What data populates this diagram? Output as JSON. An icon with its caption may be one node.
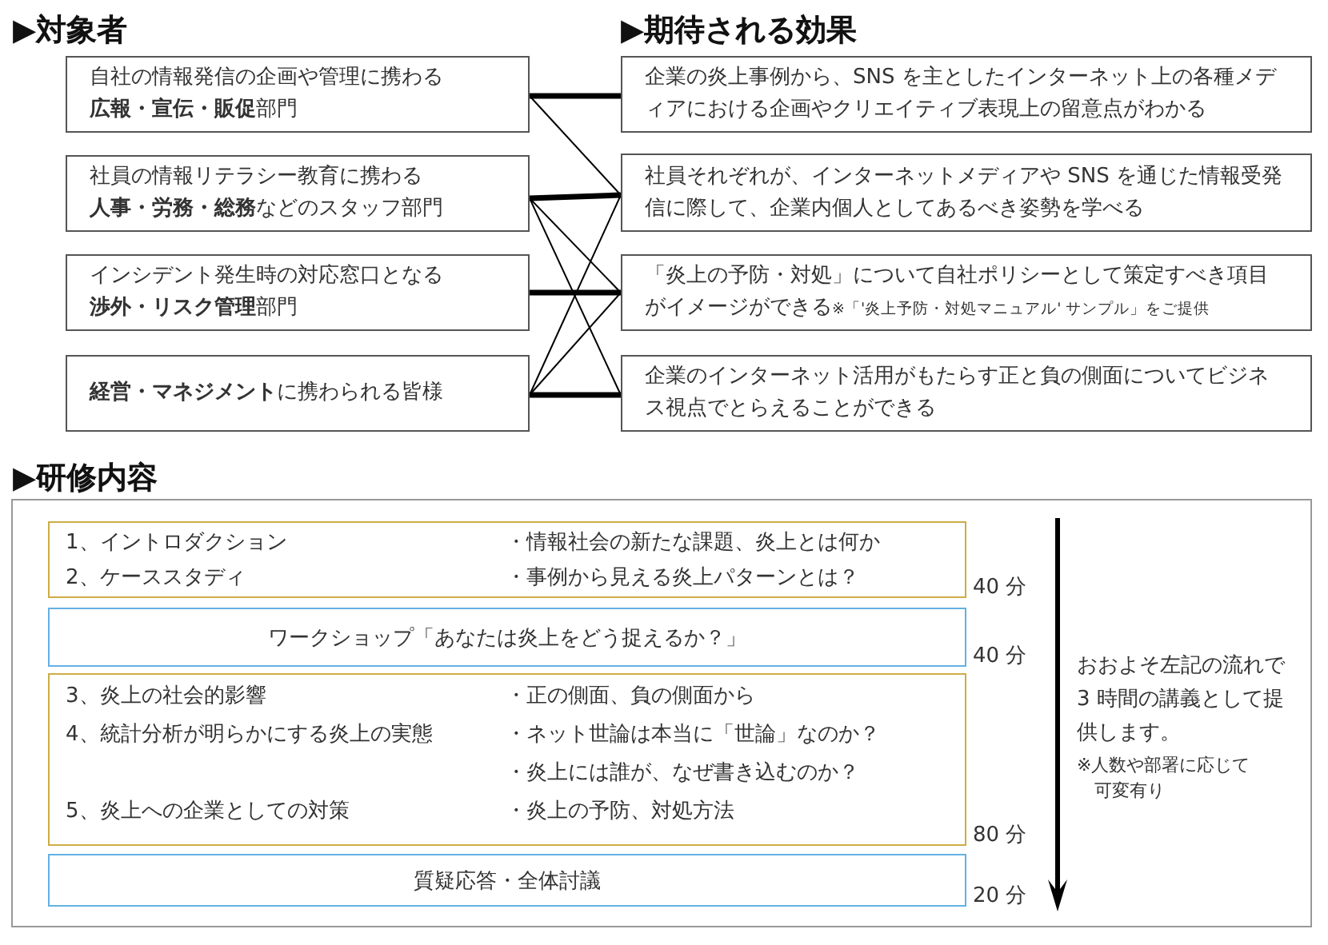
{
  "diagram": {
    "nodes": [
      {
        "text": [
          "自社の情報発信の企画や管理に携わる",
          "**広報・宣伝・販促**部門"
        ]
      },
      {
        "text": [
          "社員の情報リテラシー教育に携わる",
          "**人事・労務・総務**などのスタッフ部門"
        ]
      },
      {
        "text": [
          "インシデント発生時の対応窓口となる",
          "**渉外・リスク管理**部門"
        ]
      },
      {
        "text": [
          "**経営・マネジメント**に携わられる皆様"
        ]
      },
      {
        "text": [
          "企業の炎上事例から、SNS を主としたインターネット上の各種メディアにおける企画やクリエイティブ表現上の留意点がわかる"
        ]
      },
      {
        "text": [
          "社員それぞれが、インターネットメディアや SNS を通じた情報受発信に際して、企業内個人としてあるべき姿勢を学べる"
        ]
      },
      {
        "text": [
          "「炎上の予防・対処」について自社ポリシーとして策定すべき項目がイメージができる",
          "※「'炎上予防・対処マニュアル' サンプル」をご提供"
        ]
      },
      {
        "text": [
          "企業のインターネット活用がもたらす正と負の側面についてビジネス視点でとらえることができる"
        ]
      },
      {
        "text": [
          "おおよそ左記の流れで3 時間の講義として提供します。",
          "※人数や部署に応じて可変有り"
        ]
      },
      {
        "text": [
          "1、イントロダクション",
          "・情報社会の新たな課題、炎上とは何か",
          "2、ケーススタディ",
          "・事例から見える炎上パターンとは？"
        ],
        "in": 8,
        "beside": [
          "40 分"
        ]
      },
      {
        "text": [
          "ワークショップ「あなたは炎上をどう捉えるか？」"
        ],
        "in": 8,
        "beside": [
          "40 分"
        ]
      },
      {
        "text": [
          "3、炎上の社会的影響",
          "・正の側面、負の側面から",
          "4、統計分析が明らかにする炎上の実態",
          "・ネット世論は本当に「世論」なのか？",
          "・炎上には誰が、なぜ書き込むのか？",
          "5、炎上への企業としての対策",
          "・炎上の予防、対処方法"
        ],
        "in": 8,
        "beside": [
          "80 分"
        ]
      },
      {
        "text": [
          "質疑応答・全体討議"
        ],
        "in": 8,
        "beside": [
          "20 分"
        ]
      }
    ],
    "edges": [
      {
        "from": 0,
        "to": 4,
        "arrow": "none",
        "style": "thick"
      },
      {
        "from": 0,
        "to": 5,
        "arrow": "none"
      },
      {
        "from": 1,
        "to": 5,
        "arrow": "none",
        "style": "thick"
      },
      {
        "from": 1,
        "to": 6,
        "arrow": "none"
      },
      {
        "from": 1,
        "to": 7,
        "arrow": "none"
      },
      {
        "from": 2,
        "to": 6,
        "arrow": "none",
        "style": "thick"
      },
      {
        "from": 3,
        "to": 5,
        "arrow": "none"
      },
      {
        "from": 3,
        "to": 6,
        "arrow": "none"
      },
      {
        "from": 3,
        "to": 7,
        "arrow": "none",
        "style": "thick"
      }
    ],
    "labels": [
      "▶対象者",
      "▶期待される効果",
      "▶研修内容"
    ]
  }
}
